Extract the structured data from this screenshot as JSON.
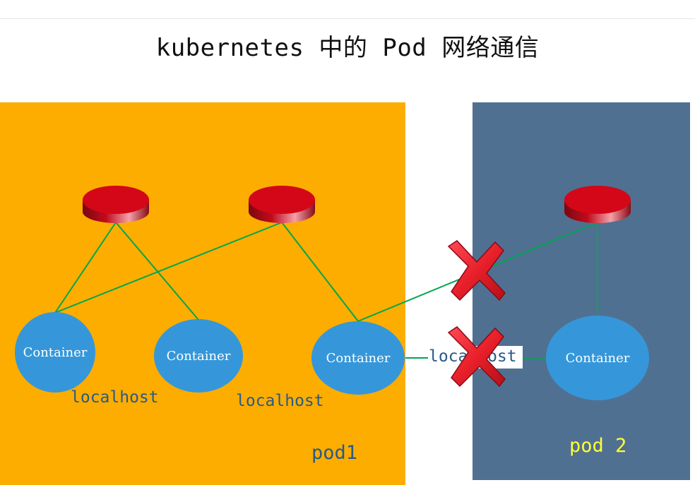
{
  "title": "kubernetes 中的 Pod 网络通信",
  "colors": {
    "pod1": "#fcad00",
    "pod2": "#507092",
    "container": "#3597d9",
    "link": "#00a651",
    "disk": "#d40718",
    "cross": "#e8202a",
    "pod2_label": "#ffff33",
    "localhost": "#2a5a86"
  },
  "pods": [
    {
      "label": "pod1"
    },
    {
      "label": "pod 2"
    }
  ],
  "containers": [
    {
      "label": "Container"
    },
    {
      "label": "Container"
    },
    {
      "label": "Container"
    },
    {
      "label": "Container"
    }
  ],
  "localhost_labels": [
    "localhost",
    "localhost",
    "localhost"
  ],
  "icons": [
    "network-disk-icon",
    "network-disk-icon",
    "network-disk-icon",
    "blocked-cross-icon",
    "blocked-cross-icon"
  ]
}
